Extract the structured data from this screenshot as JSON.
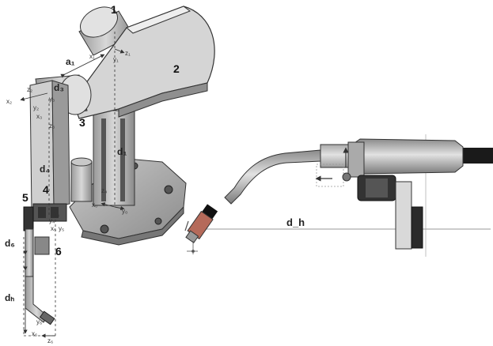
{
  "robot": {
    "links": {
      "link_1": "1",
      "link_2": "2",
      "link_3": "3",
      "link_4": "4",
      "link_5": "5",
      "link_6": "6"
    },
    "params": {
      "a1": "a₁",
      "d1": "d₁",
      "d3": "d₃",
      "d4": "d₄",
      "d6": "d₆",
      "dh": "dₕ"
    },
    "frames": {
      "x0": "x₀",
      "y0": "y₀",
      "z0": "z₀",
      "x1": "x₁",
      "y1": "y₁",
      "z1": "z₁",
      "x2": "x₂",
      "y2": "y₂",
      "z2": "z₂",
      "x3": "x₃",
      "y3": "y₃",
      "z3": "z₃",
      "x4": "x₄",
      "y4": "y₄",
      "z4": "z₄",
      "x5": "x₅",
      "y5": "y₅",
      "x6": "x₆",
      "y6": "y₆",
      "z6": "z₆"
    }
  },
  "torch": {
    "dimension_label": "d_h"
  }
}
